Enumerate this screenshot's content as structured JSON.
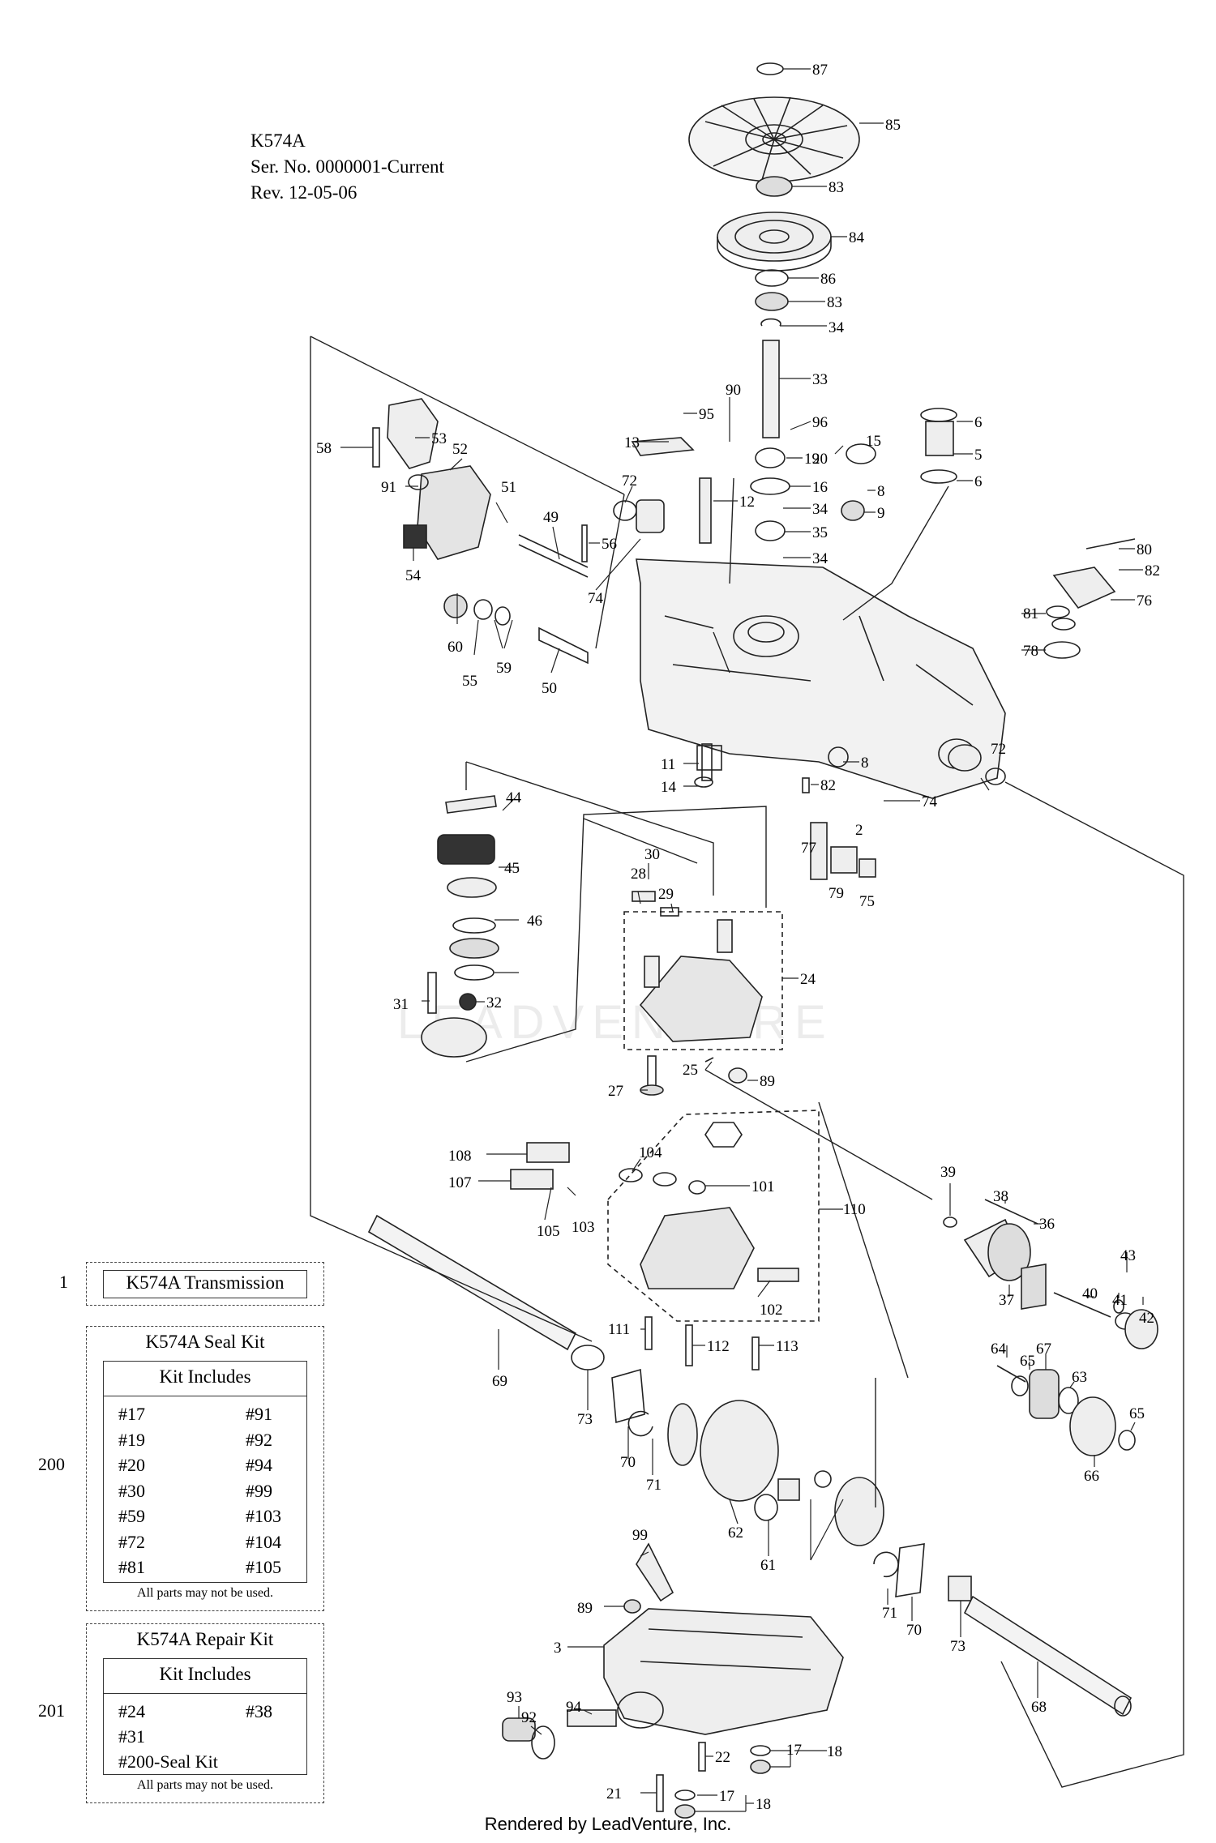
{
  "header": {
    "model": "K574A",
    "serial": "Ser. No. 0000001-Current",
    "revision": "Rev. 12-05-06"
  },
  "watermark": "LEADVENTURE",
  "footer": "Rendered by LeadVenture, Inc.",
  "part_labels": [
    "87",
    "85",
    "83",
    "84",
    "86",
    "83",
    "34",
    "33",
    "90",
    "95",
    "96",
    "13",
    "19",
    "20",
    "15",
    "6",
    "5",
    "6",
    "16",
    "8",
    "12",
    "34",
    "9",
    "35",
    "34",
    "80",
    "82",
    "76",
    "81",
    "78",
    "58",
    "53",
    "52",
    "91",
    "72",
    "51",
    "49",
    "56",
    "54",
    "74",
    "60",
    "55",
    "59",
    "50",
    "11",
    "14",
    "82",
    "8",
    "72",
    "74",
    "2",
    "44",
    "45",
    "46",
    "31",
    "32",
    "30",
    "28",
    "29",
    "24",
    "77",
    "79",
    "75",
    "25",
    "89",
    "27",
    "108",
    "107",
    "104",
    "101",
    "105",
    "103",
    "110",
    "102",
    "39",
    "38",
    "36",
    "37",
    "40",
    "41",
    "43",
    "42",
    "64",
    "67",
    "65",
    "63",
    "65",
    "66",
    "111",
    "112",
    "113",
    "69",
    "73",
    "70",
    "71",
    "62",
    "61",
    "99",
    "71",
    "70",
    "73",
    "68",
    "89",
    "3",
    "93",
    "92",
    "94",
    "22",
    "17",
    "18",
    "21",
    "17",
    "18"
  ],
  "transmission": {
    "number": "1",
    "label": "K574A Transmission"
  },
  "seal_kit": {
    "number": "200",
    "title": "K574A Seal Kit",
    "subtitle": "Kit Includes",
    "col1": [
      "#17",
      "#19",
      "#20",
      "#30",
      "#59",
      "#72",
      "#81"
    ],
    "col2": [
      "#91",
      "#92",
      "#94",
      "#99",
      "#103",
      "#104",
      "#105"
    ],
    "note": "All parts may not be used."
  },
  "repair_kit": {
    "number": "201",
    "title": "K574A Repair Kit",
    "subtitle": "Kit Includes",
    "col1": [
      "#24",
      "#31",
      "#200-Seal Kit"
    ],
    "col2": [
      "#38"
    ],
    "note": "All parts may not be used."
  }
}
